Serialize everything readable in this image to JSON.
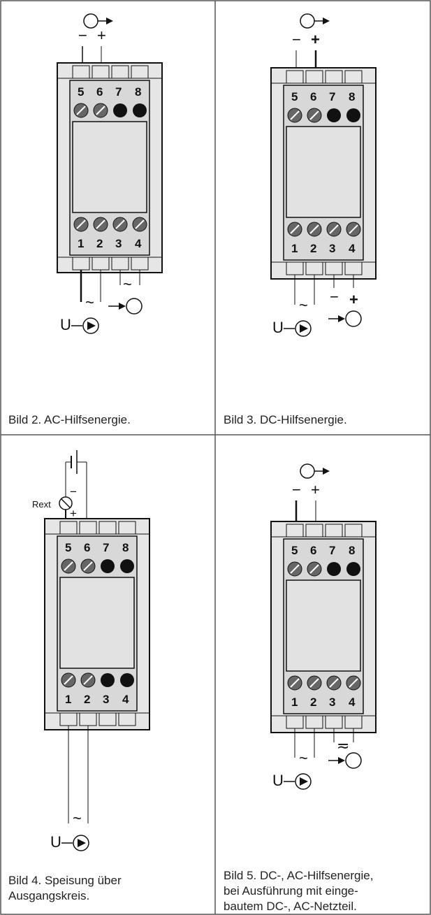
{
  "panels": [
    {
      "id": "bild2",
      "caption": [
        "Bild 2. AC-Hilfsenergie."
      ],
      "top_terminals": [
        "5",
        "6",
        "7",
        "8"
      ],
      "bottom_terminals": [
        "1",
        "2",
        "3",
        "4"
      ],
      "top_polarity": [
        "−",
        "+"
      ],
      "supply_label": "U",
      "ac_symbol": "~"
    },
    {
      "id": "bild3",
      "caption": [
        "Bild 3. DC-Hilfsenergie."
      ],
      "top_terminals": [
        "5",
        "6",
        "7",
        "8"
      ],
      "bottom_terminals": [
        "1",
        "2",
        "3",
        "4"
      ],
      "top_polarity": [
        "−",
        "+"
      ],
      "bottom_polarity": [
        "−",
        "+"
      ],
      "supply_label": "U",
      "ac_symbol": "~"
    },
    {
      "id": "bild4",
      "caption": [
        "Bild 4. Speisung über",
        "Ausgangskreis."
      ],
      "top_terminals": [
        "5",
        "6",
        "7",
        "8"
      ],
      "bottom_terminals": [
        "1",
        "2",
        "3",
        "4"
      ],
      "top_polarity": [
        "−",
        "+"
      ],
      "rext_label": "Rext",
      "rext_polarity": [
        "−",
        "+"
      ],
      "supply_label": "U",
      "ac_symbol": "~"
    },
    {
      "id": "bild5",
      "caption": [
        "Bild 5. DC-, AC-Hilfsenergie,",
        "bei Ausführung mit einge-",
        "bautem DC-, AC-Netzteil."
      ],
      "top_terminals": [
        "5",
        "6",
        "7",
        "8"
      ],
      "bottom_terminals": [
        "1",
        "2",
        "3",
        "4"
      ],
      "top_polarity": [
        "−",
        "+"
      ],
      "supply_label": "U",
      "ac_symbol": "~",
      "acdc_symbol": "≂"
    }
  ]
}
